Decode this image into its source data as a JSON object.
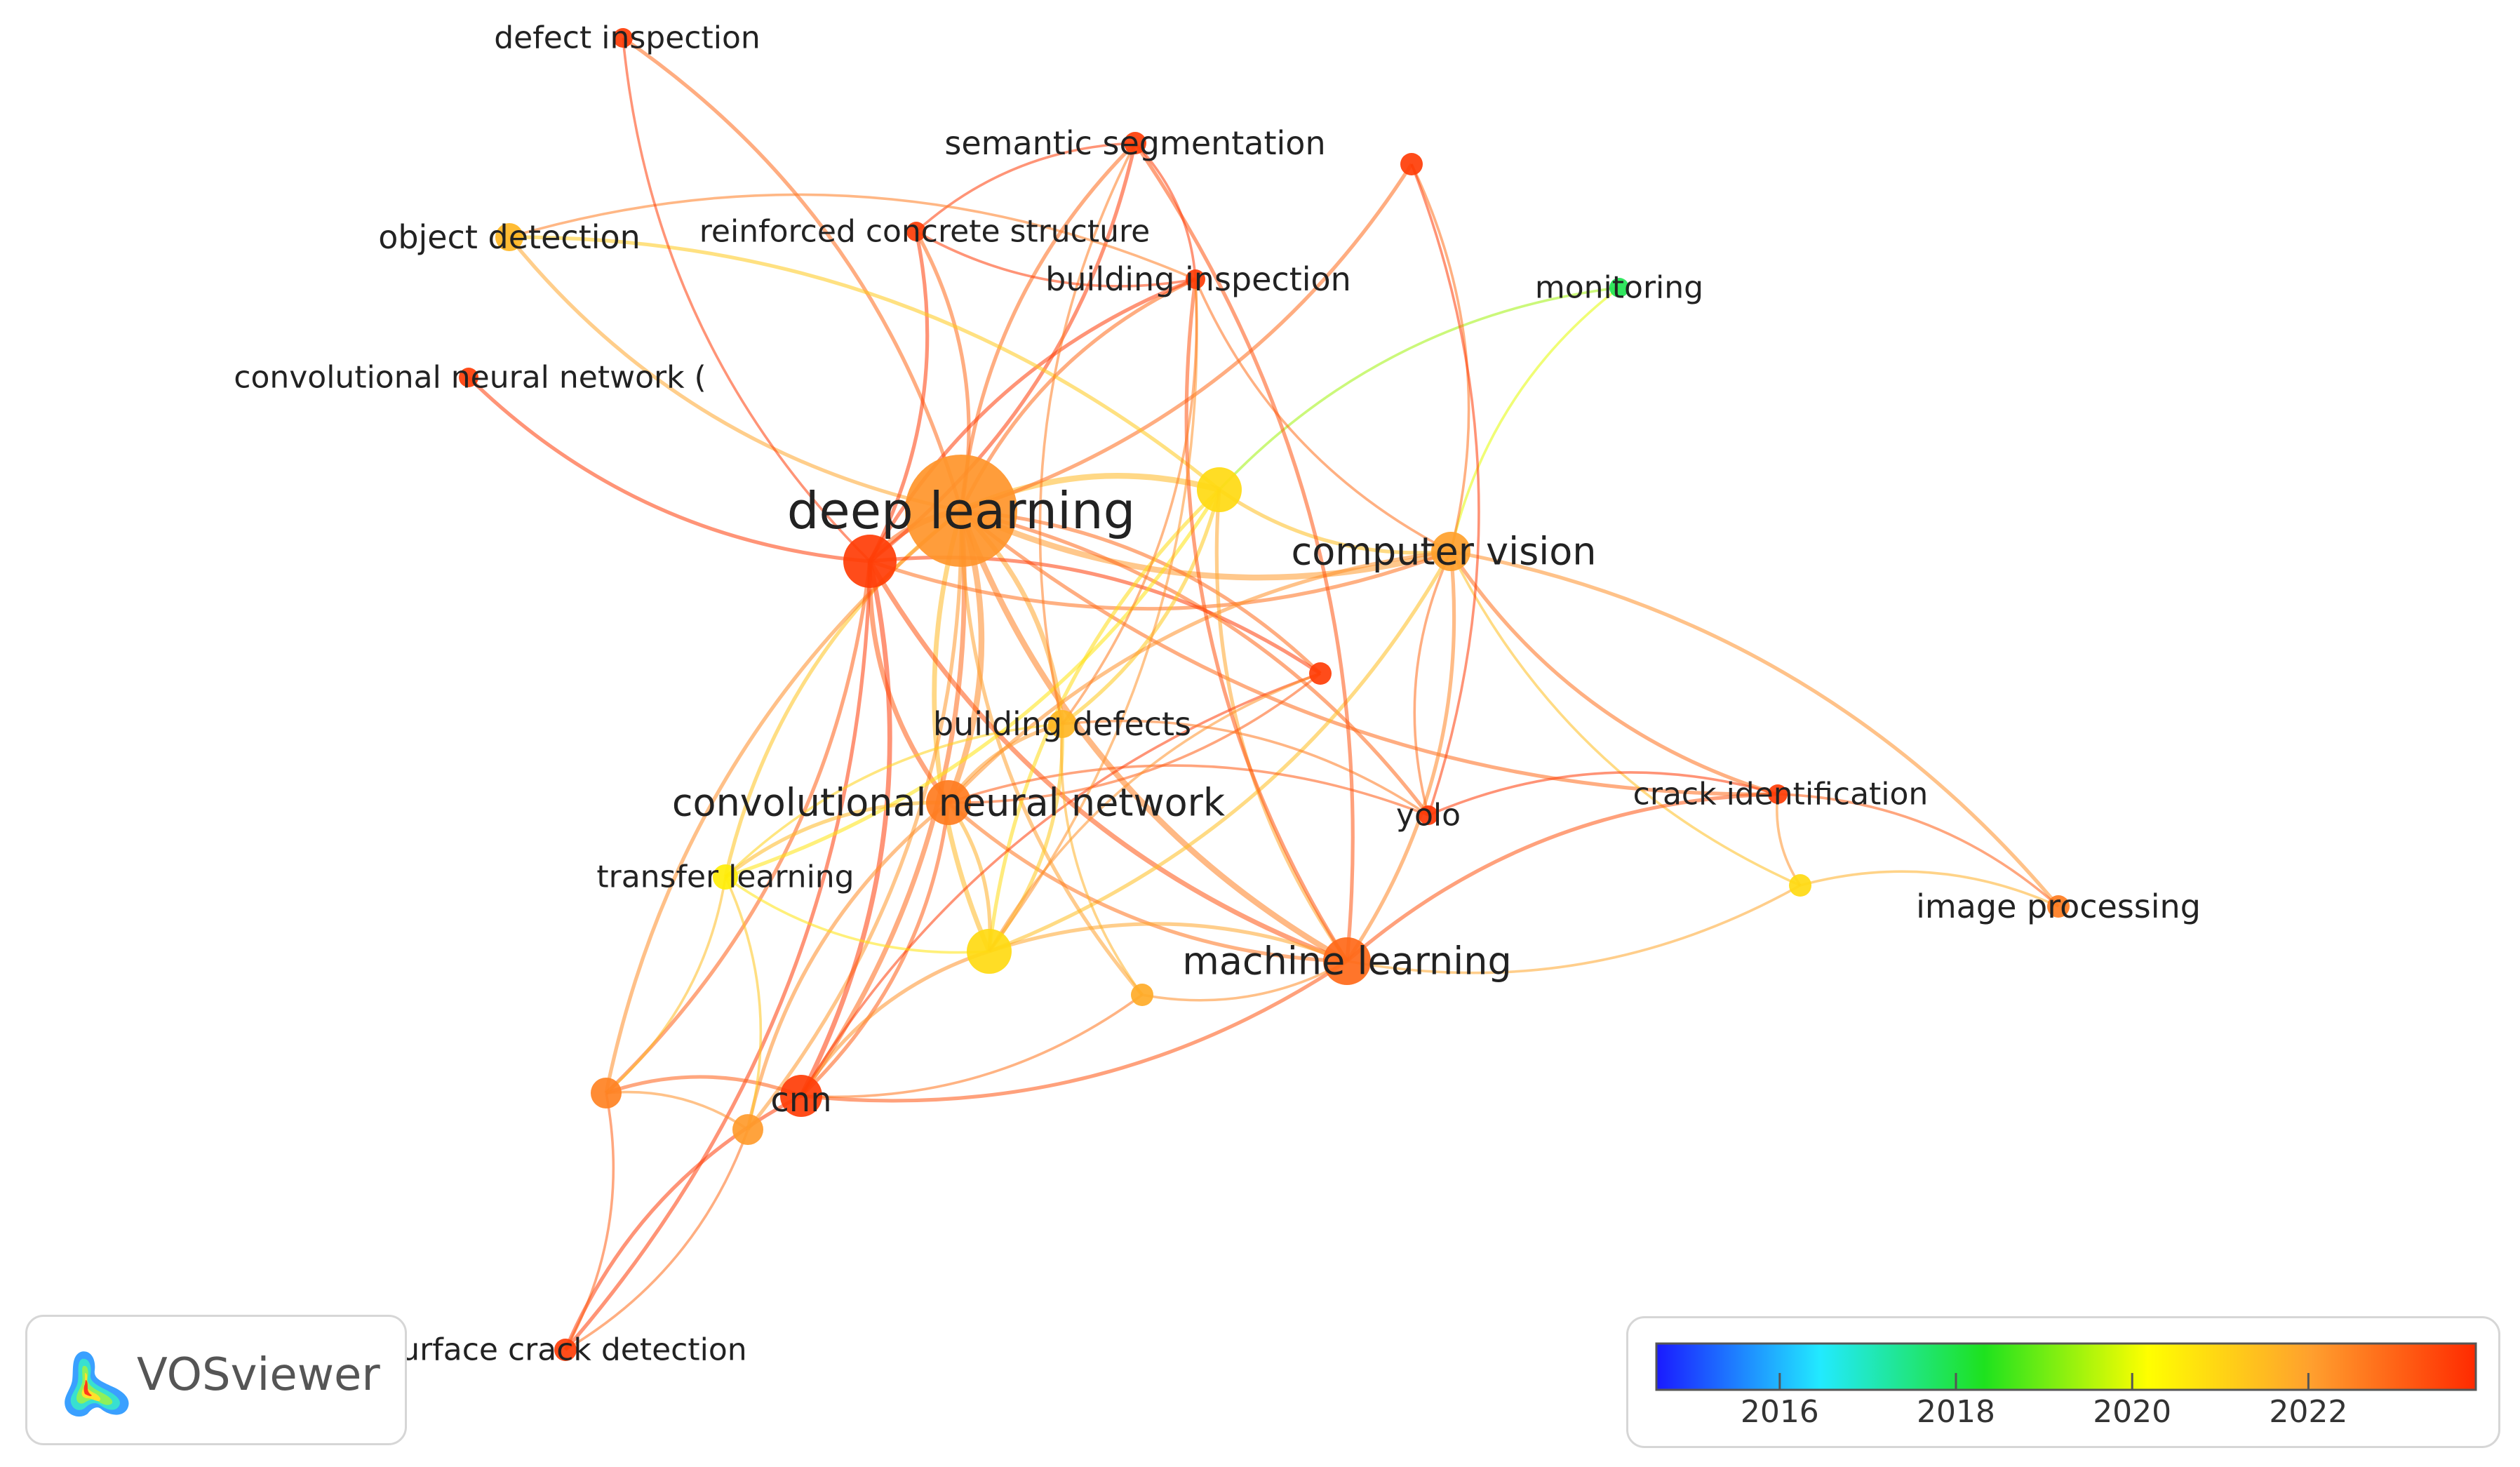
{
  "app": {
    "name": "VOSviewer",
    "logo_icon": "vosviewer-density-icon"
  },
  "color_scale": {
    "ticks": [
      {
        "year": 2016,
        "label": "2016"
      },
      {
        "year": 2018,
        "label": "2018"
      },
      {
        "year": 2020,
        "label": "2020"
      },
      {
        "year": 2022,
        "label": "2022"
      }
    ],
    "gradient": [
      "#1a1aff",
      "#22eaff",
      "#1ee21e",
      "#ffff00",
      "#ff9f2e",
      "#ff2a00"
    ]
  },
  "nodes": [
    {
      "id": "deep_learning",
      "label": "deep learning",
      "weight": 80,
      "year": 2022.2
    },
    {
      "id": "n_red_big",
      "label": "",
      "weight": 38,
      "year": 2023.6
    },
    {
      "id": "n_yellow_top",
      "label": "",
      "weight": 32,
      "year": 2020.9
    },
    {
      "id": "computer_vision",
      "label": "computer vision",
      "weight": 28,
      "year": 2022.0
    },
    {
      "id": "convolutional_neural_network",
      "label": "convolutional neural network",
      "weight": 32,
      "year": 2022.6
    },
    {
      "id": "building_defects",
      "label": "building defects",
      "weight": 20,
      "year": 2021.6
    },
    {
      "id": "n_yellow_mid",
      "label": "",
      "weight": 32,
      "year": 2020.9
    },
    {
      "id": "machine_learning",
      "label": "machine learning",
      "weight": 34,
      "year": 2022.9
    },
    {
      "id": "cnn",
      "label": "cnn",
      "weight": 30,
      "year": 2023.6
    },
    {
      "id": "n_orange_bl",
      "label": "",
      "weight": 22,
      "year": 2022.5
    },
    {
      "id": "n_orange_bl2",
      "label": "",
      "weight": 22,
      "year": 2022.1
    },
    {
      "id": "transfer_learning",
      "label": "transfer learning",
      "weight": 18,
      "year": 2020.5
    },
    {
      "id": "surface_crack_detection",
      "label": "surface crack detection",
      "weight": 16,
      "year": 2023.6
    },
    {
      "id": "n_small_orange",
      "label": "",
      "weight": 16,
      "year": 2021.8
    },
    {
      "id": "yolo",
      "label": "yolo",
      "weight": 14,
      "year": 2023.7
    },
    {
      "id": "n_red_mid",
      "label": "",
      "weight": 16,
      "year": 2023.6
    },
    {
      "id": "crack_identification",
      "label": "crack identification",
      "weight": 14,
      "year": 2023.6
    },
    {
      "id": "n_yellow_right",
      "label": "",
      "weight": 16,
      "year": 2020.9
    },
    {
      "id": "image_processing",
      "label": "image processing",
      "weight": 16,
      "year": 2022.6
    },
    {
      "id": "monitoring",
      "label": "monitoring",
      "weight": 14,
      "year": 2017.9
    },
    {
      "id": "n_red_top_right",
      "label": "",
      "weight": 16,
      "year": 2023.6
    },
    {
      "id": "building_inspection",
      "label": "building inspection",
      "weight": 14,
      "year": 2023.6
    },
    {
      "id": "semantic_segmentation",
      "label": "semantic segmentation",
      "weight": 16,
      "year": 2023.6
    },
    {
      "id": "reinforced_concrete_structure",
      "label": "reinforced concrete structure",
      "weight": 14,
      "year": 2023.6
    },
    {
      "id": "object_detection",
      "label": "object detection",
      "weight": 20,
      "year": 2021.6
    },
    {
      "id": "defect_inspection",
      "label": "defect inspection",
      "weight": 14,
      "year": 2023.6
    },
    {
      "id": "convolutional_neural_network_paren",
      "label": "convolutional neural network (",
      "weight": 14,
      "year": 2023.6
    }
  ],
  "links": [
    {
      "source": "deep_learning",
      "target": "n_red_big",
      "strength": 4
    },
    {
      "source": "deep_learning",
      "target": "n_yellow_top",
      "strength": 4
    },
    {
      "source": "deep_learning",
      "target": "computer_vision",
      "strength": 4
    },
    {
      "source": "deep_learning",
      "target": "convolutional_neural_network",
      "strength": 4
    },
    {
      "source": "deep_learning",
      "target": "machine_learning",
      "strength": 4
    },
    {
      "source": "deep_learning",
      "target": "building_defects",
      "strength": 3
    },
    {
      "source": "deep_learning",
      "target": "n_yellow_mid",
      "strength": 3
    },
    {
      "source": "deep_learning",
      "target": "cnn",
      "strength": 3
    },
    {
      "source": "deep_learning",
      "target": "transfer_learning",
      "strength": 2
    },
    {
      "source": "deep_learning",
      "target": "object_detection",
      "strength": 2
    },
    {
      "source": "deep_learning",
      "target": "defect_inspection",
      "strength": 2
    },
    {
      "source": "deep_learning",
      "target": "semantic_segmentation",
      "strength": 2
    },
    {
      "source": "deep_learning",
      "target": "reinforced_concrete_structure",
      "strength": 2
    },
    {
      "source": "deep_learning",
      "target": "building_inspection",
      "strength": 2
    },
    {
      "source": "deep_learning",
      "target": "n_red_top_right",
      "strength": 2
    },
    {
      "source": "deep_learning",
      "target": "n_red_mid",
      "strength": 2
    },
    {
      "source": "deep_learning",
      "target": "n_orange_bl",
      "strength": 2
    },
    {
      "source": "deep_learning",
      "target": "n_orange_bl2",
      "strength": 2
    },
    {
      "source": "deep_learning",
      "target": "n_small_orange",
      "strength": 2
    },
    {
      "source": "deep_learning",
      "target": "yolo",
      "strength": 2
    },
    {
      "source": "deep_learning",
      "target": "crack_identification",
      "strength": 2
    },
    {
      "source": "n_red_big",
      "target": "convolutional_neural_network_paren",
      "strength": 2
    },
    {
      "source": "n_red_big",
      "target": "convolutional_neural_network",
      "strength": 3
    },
    {
      "source": "n_red_big",
      "target": "cnn",
      "strength": 3
    },
    {
      "source": "n_red_big",
      "target": "machine_learning",
      "strength": 3
    },
    {
      "source": "n_red_big",
      "target": "n_orange_bl",
      "strength": 2
    },
    {
      "source": "n_red_big",
      "target": "computer_vision",
      "strength": 2
    },
    {
      "source": "n_red_big",
      "target": "n_red_mid",
      "strength": 2
    },
    {
      "source": "n_red_big",
      "target": "semantic_segmentation",
      "strength": 2
    },
    {
      "source": "n_red_big",
      "target": "building_inspection",
      "strength": 2
    },
    {
      "source": "n_red_big",
      "target": "reinforced_concrete_structure",
      "strength": 2
    },
    {
      "source": "n_red_big",
      "target": "surface_crack_detection",
      "strength": 2
    },
    {
      "source": "n_yellow_top",
      "target": "n_yellow_mid",
      "strength": 2
    },
    {
      "source": "n_yellow_top",
      "target": "building_defects",
      "strength": 2
    },
    {
      "source": "n_yellow_top",
      "target": "computer_vision",
      "strength": 2
    },
    {
      "source": "n_yellow_top",
      "target": "transfer_learning",
      "strength": 2
    },
    {
      "source": "n_yellow_top",
      "target": "object_detection",
      "strength": 2
    },
    {
      "source": "n_yellow_top",
      "target": "monitoring",
      "strength": 1
    },
    {
      "source": "n_yellow_top",
      "target": "machine_learning",
      "strength": 2
    },
    {
      "source": "computer_vision",
      "target": "machine_learning",
      "strength": 2
    },
    {
      "source": "computer_vision",
      "target": "crack_identification",
      "strength": 2
    },
    {
      "source": "computer_vision",
      "target": "image_processing",
      "strength": 2
    },
    {
      "source": "computer_vision",
      "target": "n_yellow_right",
      "strength": 1
    },
    {
      "source": "computer_vision",
      "target": "monitoring",
      "strength": 1
    },
    {
      "source": "computer_vision",
      "target": "n_red_top_right",
      "strength": 1
    },
    {
      "source": "computer_vision",
      "target": "building_inspection",
      "strength": 1
    },
    {
      "source": "computer_vision",
      "target": "yolo",
      "strength": 1
    },
    {
      "source": "computer_vision",
      "target": "n_yellow_mid",
      "strength": 2
    },
    {
      "source": "computer_vision",
      "target": "convolutional_neural_network",
      "strength": 2
    },
    {
      "source": "convolutional_neural_network",
      "target": "cnn",
      "strength": 2
    },
    {
      "source": "convolutional_neural_network",
      "target": "transfer_learning",
      "strength": 2
    },
    {
      "source": "convolutional_neural_network",
      "target": "n_yellow_mid",
      "strength": 2
    },
    {
      "source": "convolutional_neural_network",
      "target": "machine_learning",
      "strength": 2
    },
    {
      "source": "convolutional_neural_network",
      "target": "building_defects",
      "strength": 2
    },
    {
      "source": "convolutional_neural_network",
      "target": "n_orange_bl2",
      "strength": 2
    },
    {
      "source": "convolutional_neural_network",
      "target": "yolo",
      "strength": 1
    },
    {
      "source": "convolutional_neural_network",
      "target": "n_red_mid",
      "strength": 1
    },
    {
      "source": "machine_learning",
      "target": "cnn",
      "strength": 2
    },
    {
      "source": "machine_learning",
      "target": "n_yellow_mid",
      "strength": 2
    },
    {
      "source": "machine_learning",
      "target": "crack_identification",
      "strength": 2
    },
    {
      "source": "machine_learning",
      "target": "n_yellow_right",
      "strength": 1
    },
    {
      "source": "machine_learning",
      "target": "building_inspection",
      "strength": 2
    },
    {
      "source": "machine_learning",
      "target": "semantic_segmentation",
      "strength": 2
    },
    {
      "source": "machine_learning",
      "target": "n_small_orange",
      "strength": 1
    },
    {
      "source": "cnn",
      "target": "n_orange_bl",
      "strength": 2
    },
    {
      "source": "cnn",
      "target": "n_yellow_mid",
      "strength": 2
    },
    {
      "source": "cnn",
      "target": "surface_crack_detection",
      "strength": 2
    },
    {
      "source": "cnn",
      "target": "n_red_mid",
      "strength": 1
    },
    {
      "source": "cnn",
      "target": "n_small_orange",
      "strength": 1
    },
    {
      "source": "n_orange_bl",
      "target": "n_orange_bl2",
      "strength": 1
    },
    {
      "source": "n_orange_bl",
      "target": "transfer_learning",
      "strength": 1
    },
    {
      "source": "n_orange_bl",
      "target": "surface_crack_detection",
      "strength": 1
    },
    {
      "source": "n_orange_bl2",
      "target": "transfer_learning",
      "strength": 1
    },
    {
      "source": "n_orange_bl2",
      "target": "surface_crack_detection",
      "strength": 1
    },
    {
      "source": "transfer_learning",
      "target": "n_yellow_mid",
      "strength": 1
    },
    {
      "source": "transfer_learning",
      "target": "building_defects",
      "strength": 1
    },
    {
      "source": "n_yellow_mid",
      "target": "building_defects",
      "strength": 2
    },
    {
      "source": "n_yellow_mid",
      "target": "n_red_mid",
      "strength": 1
    },
    {
      "source": "n_yellow_mid",
      "target": "building_inspection",
      "strength": 1
    },
    {
      "source": "building_defects",
      "target": "yolo",
      "strength": 1
    },
    {
      "source": "building_defects",
      "target": "building_inspection",
      "strength": 1
    },
    {
      "source": "building_defects",
      "target": "semantic_segmentation",
      "strength": 1
    },
    {
      "source": "building_defects",
      "target": "n_small_orange",
      "strength": 1
    },
    {
      "source": "yolo",
      "target": "crack_identification",
      "strength": 1
    },
    {
      "source": "yolo",
      "target": "n_red_top_right",
      "strength": 1
    },
    {
      "source": "crack_identification",
      "target": "image_processing",
      "strength": 1
    },
    {
      "source": "crack_identification",
      "target": "n_yellow_right",
      "strength": 1
    },
    {
      "source": "n_yellow_right",
      "target": "image_processing",
      "strength": 1
    },
    {
      "source": "semantic_segmentation",
      "target": "reinforced_concrete_structure",
      "strength": 1
    },
    {
      "source": "semantic_segmentation",
      "target": "building_inspection",
      "strength": 1
    },
    {
      "source": "reinforced_concrete_structure",
      "target": "building_inspection",
      "strength": 1
    },
    {
      "source": "object_detection",
      "target": "building_inspection",
      "strength": 1
    },
    {
      "source": "defect_inspection",
      "target": "n_red_big",
      "strength": 1
    }
  ]
}
